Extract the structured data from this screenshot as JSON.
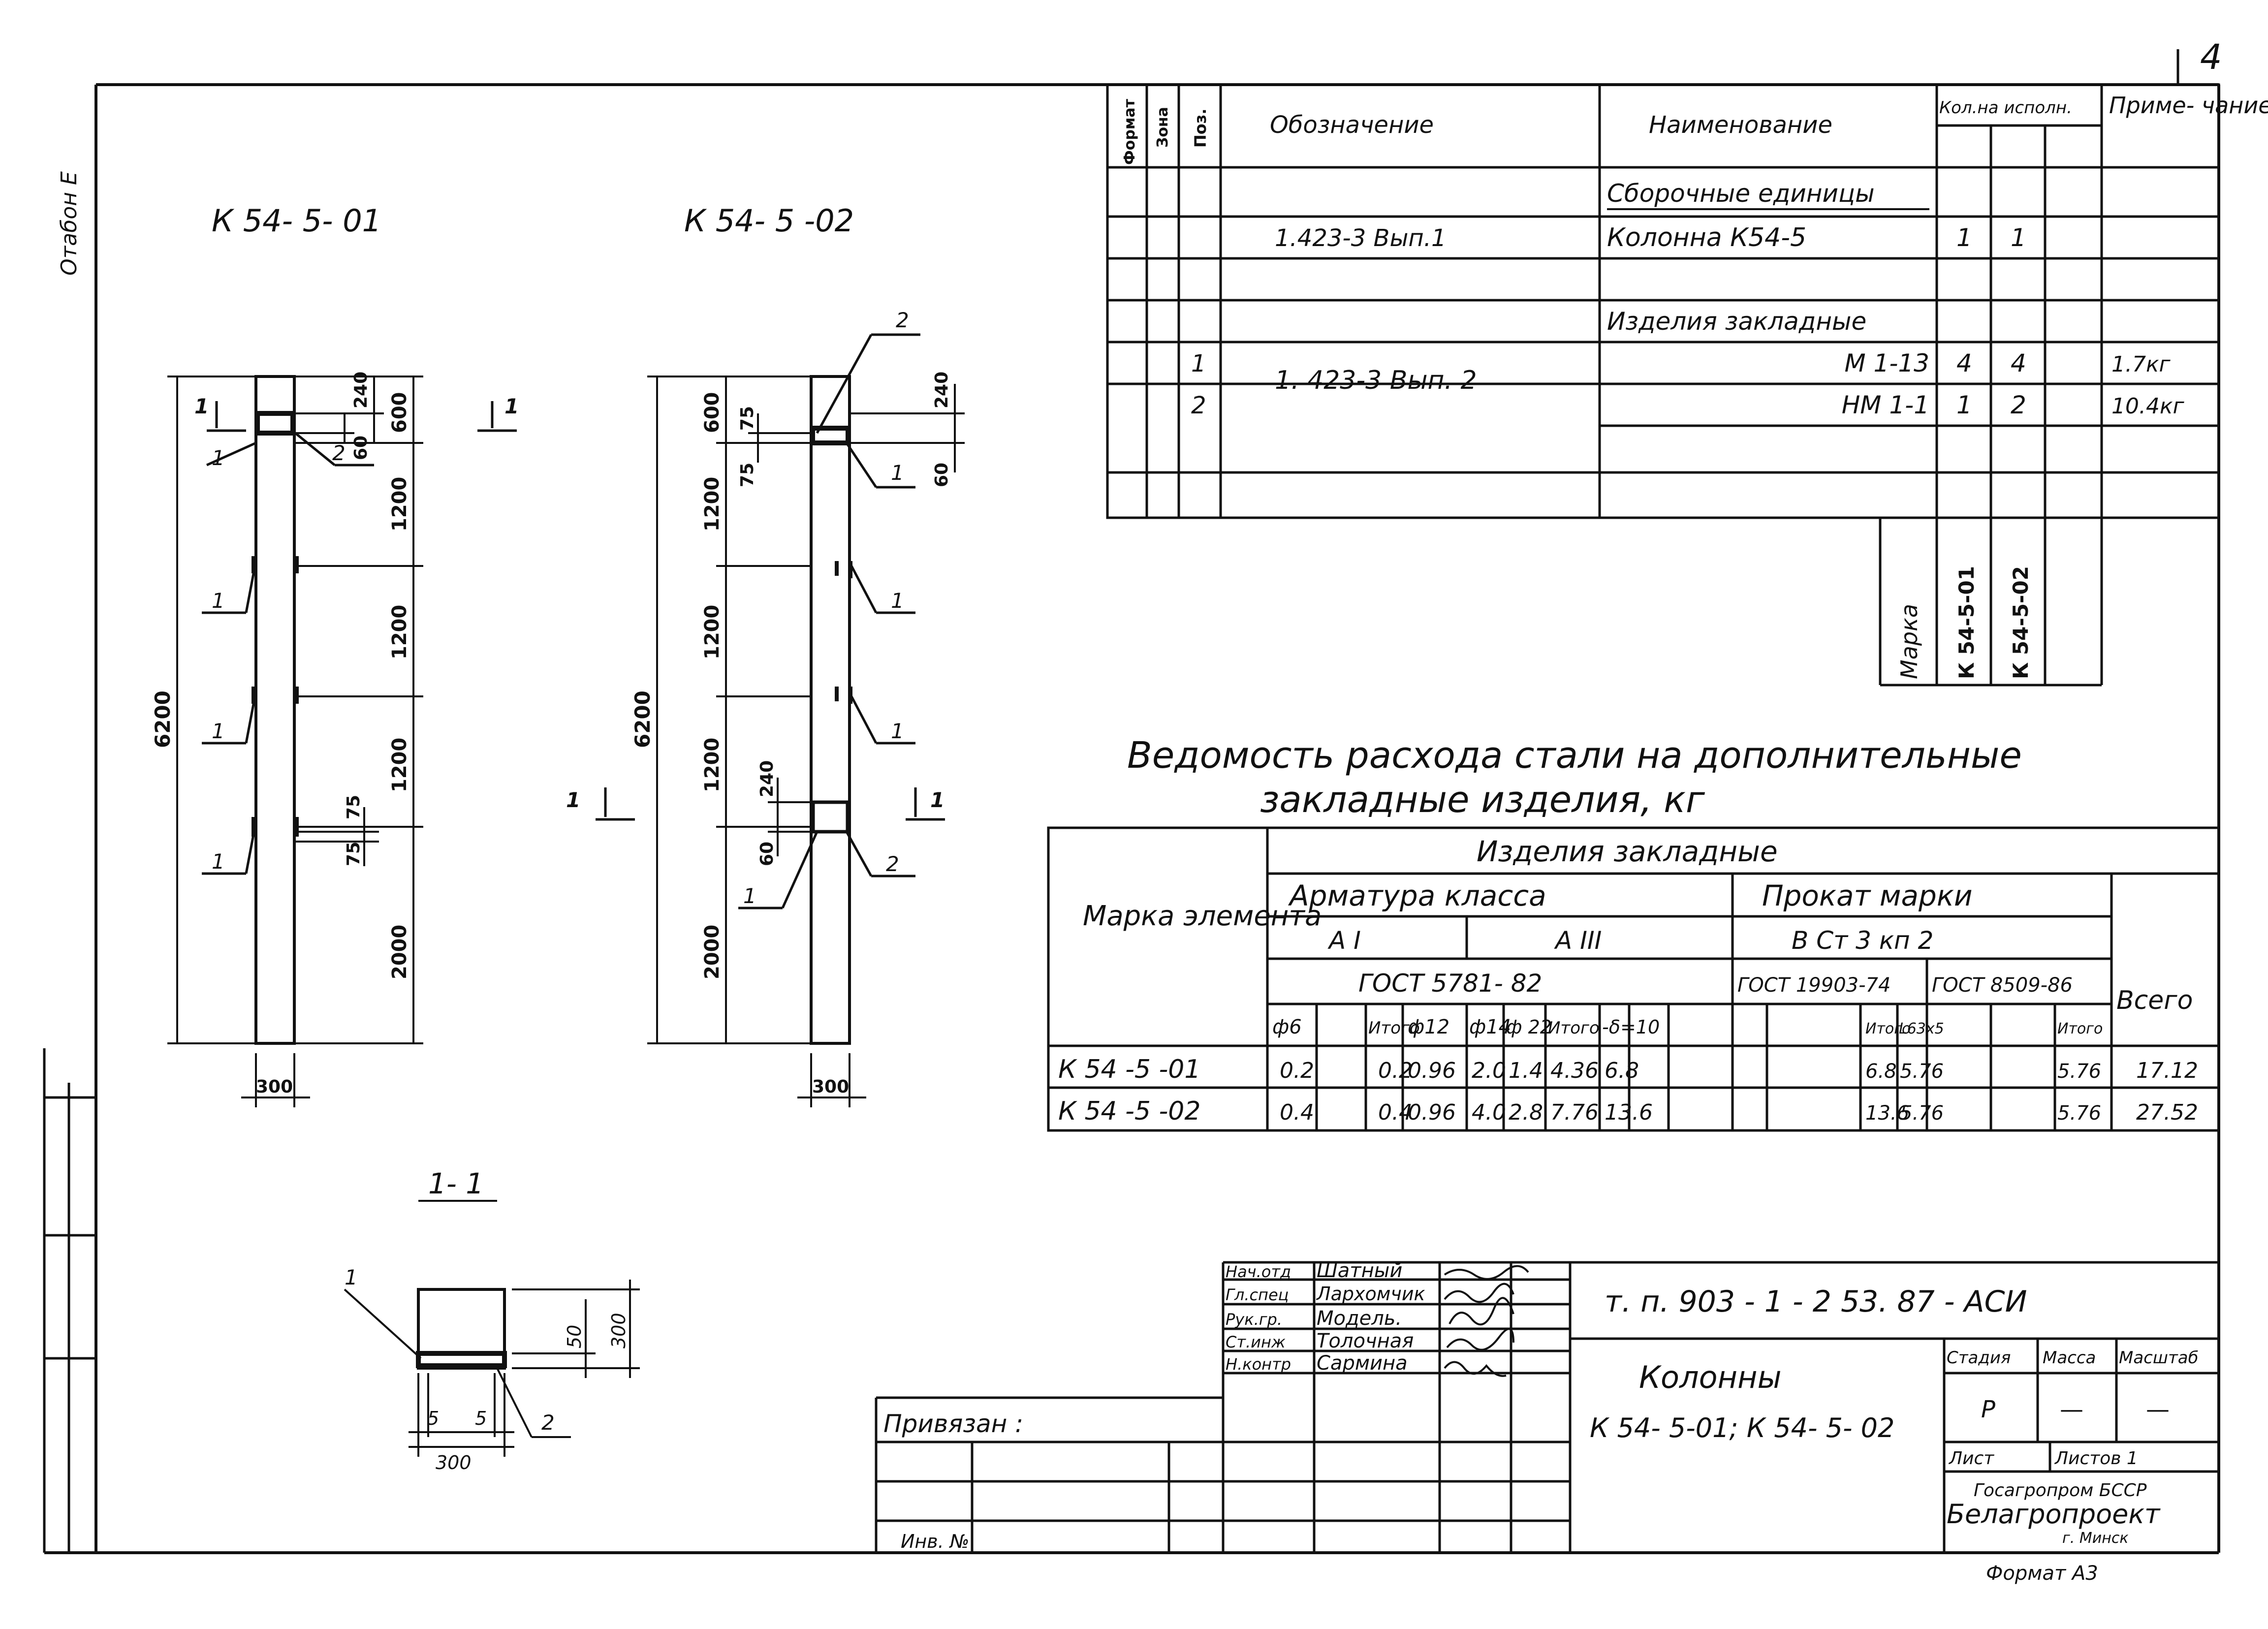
{
  "sheet_number": "4",
  "side_note": "Отабон Е",
  "views": {
    "k01_title": "К 54- 5- 01",
    "k02_title": "К 54- 5 -02",
    "section_title": "1- 1",
    "section_mark": "1",
    "pos1": "1",
    "pos2": "2",
    "dims_k01": {
      "total": "6200",
      "d600": "600",
      "d1200a": "1200",
      "d1200b": "1200",
      "d1200c": "1200",
      "d2000": "2000",
      "d240": "240",
      "d60": "60",
      "d75a": "75",
      "d75b": "75",
      "w300": "300"
    },
    "dims_k02": {
      "total": "6200",
      "d600": "600",
      "d1200a": "1200",
      "d1200b": "1200",
      "d1200c": "1200",
      "d2000": "2000",
      "d240a": "240",
      "d60a": "60",
      "d75a": "75",
      "d75b": "75",
      "d240b": "240",
      "d60b": "60",
      "w300": "300"
    },
    "dims_section": {
      "w300": "300",
      "h300": "300",
      "h50": "50",
      "e5a": "5",
      "e5b": "5"
    }
  },
  "spec": {
    "headers": {
      "format": "Формат",
      "zone": "Зона",
      "pos": "Поз.",
      "designation": "Обозначение",
      "name": "Наименование",
      "qty": "Кол.на исполн.",
      "note": "Приме- чание"
    },
    "rows": [
      {
        "pos": "",
        "designation": "",
        "name": "Сборочные единицы",
        "q1": "",
        "q2": "",
        "note": ""
      },
      {
        "pos": "",
        "designation": "1.423-3 Вып.1",
        "name": "Колонна  К54-5",
        "q1": "1",
        "q2": "1",
        "note": ""
      },
      {
        "pos": "",
        "designation": "",
        "name": "",
        "q1": "",
        "q2": "",
        "note": ""
      },
      {
        "pos": "",
        "designation": "",
        "name": "Изделия  закладные",
        "q1": "",
        "q2": "",
        "note": ""
      },
      {
        "pos": "1",
        "designation": "1. 423-3 Вып. 2",
        "name": "М 1-13",
        "q1": "4",
        "q2": "4",
        "note": "1.7кг"
      },
      {
        "pos": "2",
        "designation": "",
        "name": "НМ 1-1",
        "q1": "1",
        "q2": "2",
        "note": "10.4кг"
      },
      {
        "pos": "",
        "designation": "",
        "name": "",
        "q1": "",
        "q2": "",
        "note": ""
      },
      {
        "pos": "",
        "designation": "",
        "name": "",
        "q1": "",
        "q2": "",
        "note": ""
      }
    ],
    "marka_label": "Марка",
    "marks": [
      "К 54-5-01",
      "К 54-5-02"
    ]
  },
  "steel": {
    "title_line1": "Ведомость расхода стали на дополнительные",
    "title_line2": "закладные изделия, кг",
    "col_element": "Марка элемента",
    "group": "Изделия  закладные",
    "rebar": "Арматура  класса",
    "rolled": "Прокат  марки",
    "a1": "А I",
    "a3": "А III",
    "vst": "В Ст 3 кп 2",
    "gost5781": "ГОСТ  5781- 82",
    "gost19903": "ГОСТ 19903-74",
    "gost8509": "ГОСТ 8509-86",
    "total": "Всего",
    "subcols": [
      "ф6",
      "",
      "Итого",
      "ф12",
      "ф14",
      "ф 22",
      "Итого",
      "-δ=10",
      "",
      "Итого",
      "L63x5",
      "",
      "Итого"
    ],
    "rows": [
      {
        "mark": "К 54 -5 -01",
        "vals": [
          "0.2",
          "",
          "0.2",
          "0.96",
          "2.0",
          "1.4",
          "4.36",
          "6.8",
          "",
          "6.8",
          "5.76",
          "",
          "5.76"
        ],
        "total": "17.12"
      },
      {
        "mark": "К 54 -5 -02",
        "vals": [
          "0.4",
          "",
          "0.4",
          "0.96",
          "4.0",
          "2.8",
          "7.76",
          "13.6",
          "",
          "13.6",
          "5.76",
          "",
          "5.76"
        ],
        "total": "27.52"
      }
    ]
  },
  "stamp": {
    "people": [
      {
        "role": "Нач.отд",
        "name": "Шатный"
      },
      {
        "role": "Гл.спец",
        "name": "Лархомчик"
      },
      {
        "role": "Рук.гр.",
        "name": "Модель."
      },
      {
        "role": "Ст.инж",
        "name": "Толочная"
      },
      {
        "role": "Н.контр",
        "name": "Сармина"
      }
    ],
    "code": "т. п.      903 - 1 - 2 53. 87        -  АСИ",
    "title1": "Колонны",
    "title2": "К 54- 5-01; К 54- 5- 02",
    "stage_h": "Стадия",
    "mass_h": "Масса",
    "scale_h": "Масштаб",
    "stage_v": "Р",
    "mass_v": "—",
    "scale_v": "—",
    "sheet_h": "Лист",
    "sheets_h": "Листов 1",
    "org1": "Госагропром БССР",
    "org2": "Белагропроект",
    "org3": "г. Минск",
    "bound": "Привязан :",
    "inv": "Инв. №",
    "format": "Формат А3"
  }
}
